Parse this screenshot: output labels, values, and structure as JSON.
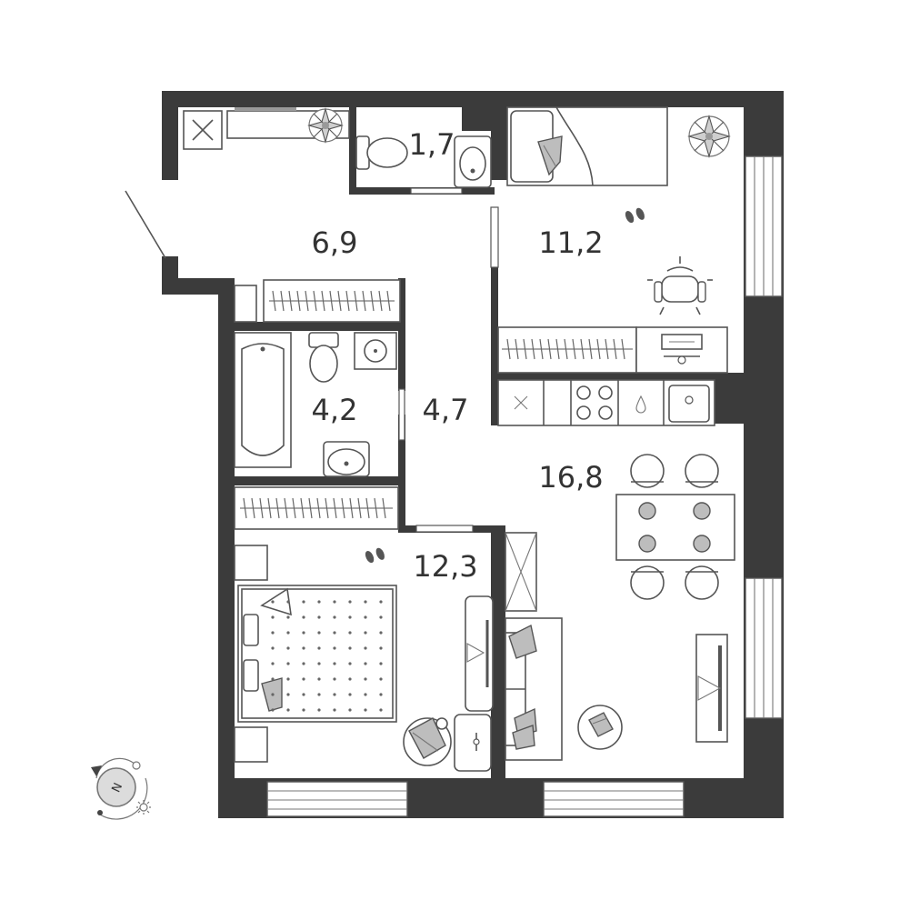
{
  "plan": {
    "rooms": [
      {
        "id": "hallway",
        "area": "6,9"
      },
      {
        "id": "wc",
        "area": "1,7"
      },
      {
        "id": "bedroom-small",
        "area": "11,2"
      },
      {
        "id": "bathroom",
        "area": "4,2"
      },
      {
        "id": "corridor",
        "area": "4,7"
      },
      {
        "id": "kitchen-living",
        "area": "16,8"
      },
      {
        "id": "bedroom-large",
        "area": "12,3"
      }
    ],
    "compass": {
      "letter": "N"
    }
  }
}
